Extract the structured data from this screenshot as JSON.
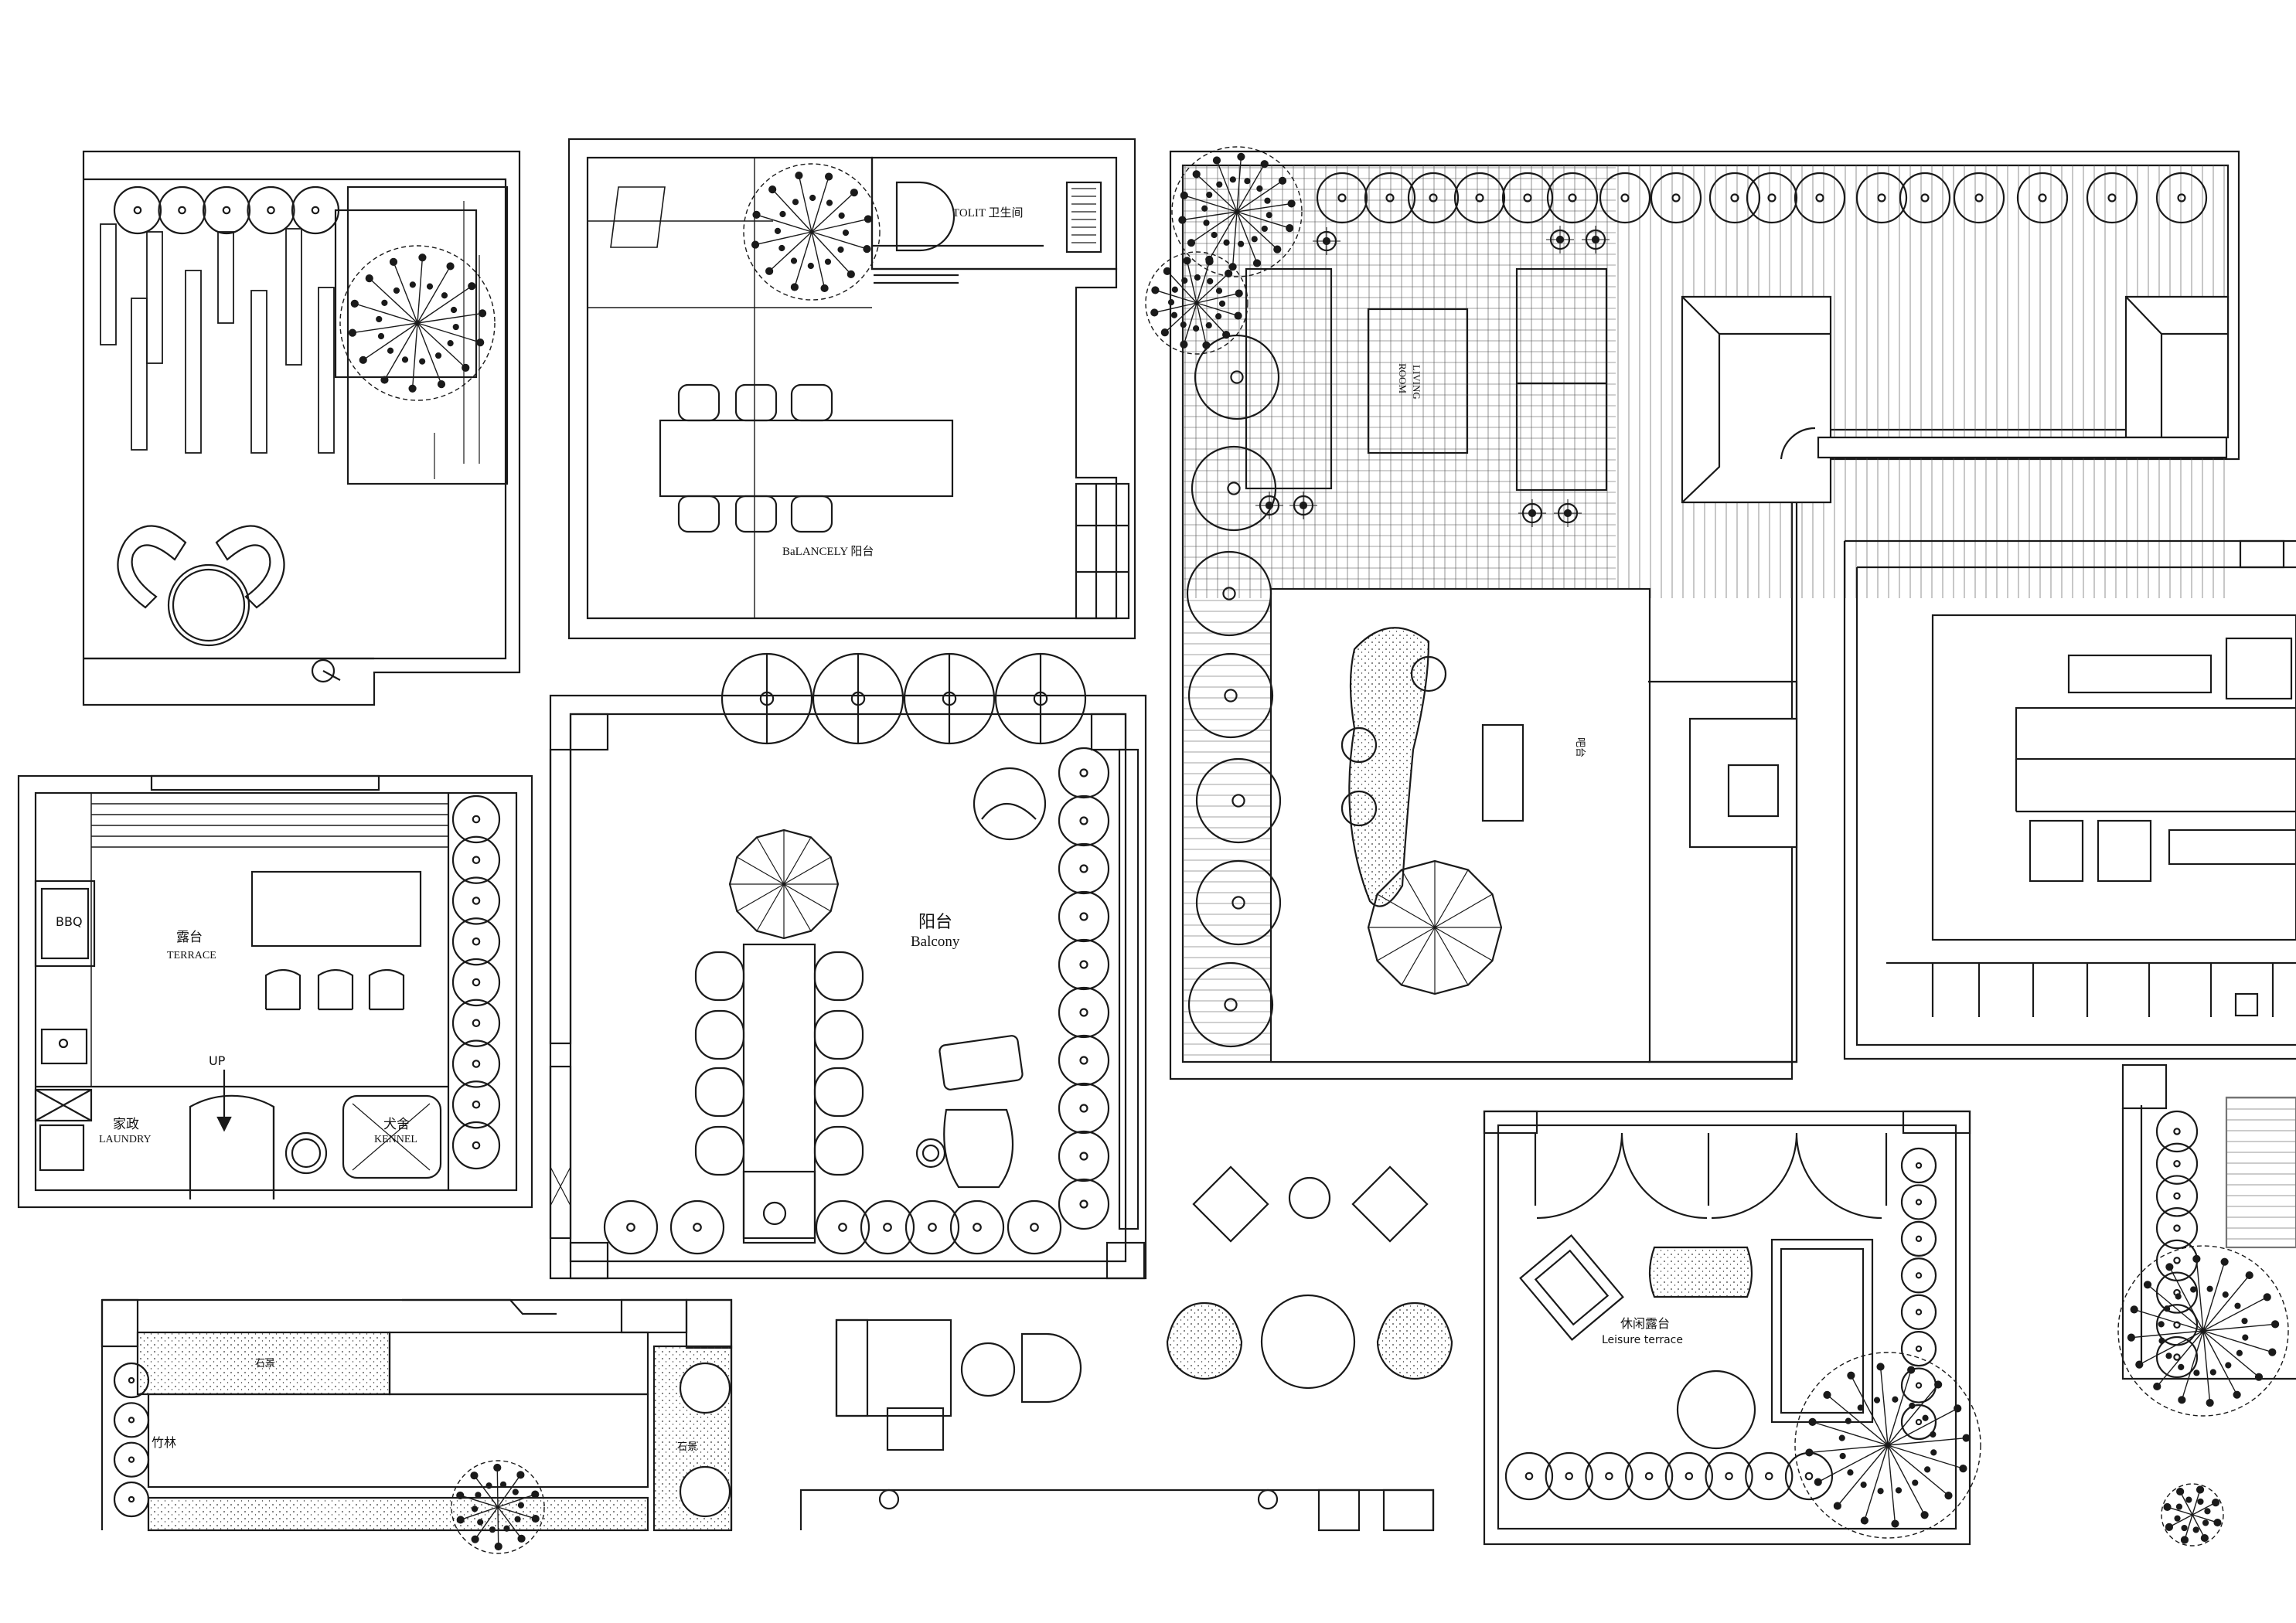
{
  "drawing": {
    "title": "",
    "line_color": "#1a1a1a",
    "background": "#ffffff"
  },
  "labels": {
    "toilet": "TOLIT 卫生间",
    "balcony_small": "BaLANCELY 阳台",
    "living_room_1": "LIVING",
    "living_room_2": "ROOM",
    "terrace_cn": "露台",
    "terrace_en": "TERRACE",
    "bbq": "BBQ",
    "up": "UP",
    "laundry_cn": "家政",
    "laundry_en": "LAUNDRY",
    "kennel_cn": "犬舍",
    "kennel_en": "KENNEL",
    "balcony_cn": "阳台",
    "balcony_en": "Balcony",
    "leisure_cn": "休闲露台",
    "leisure_en": "Leisure terrace",
    "bamboo": "竹林",
    "scape_1": "石景",
    "scape_2": "石景",
    "vertical_tag": "吧台"
  },
  "icons": [
    "tree-icon",
    "potted-plant-icon",
    "chair-icon",
    "table-icon",
    "umbrella-icon",
    "sofa-icon",
    "bbq-grill-icon",
    "person-icon"
  ]
}
